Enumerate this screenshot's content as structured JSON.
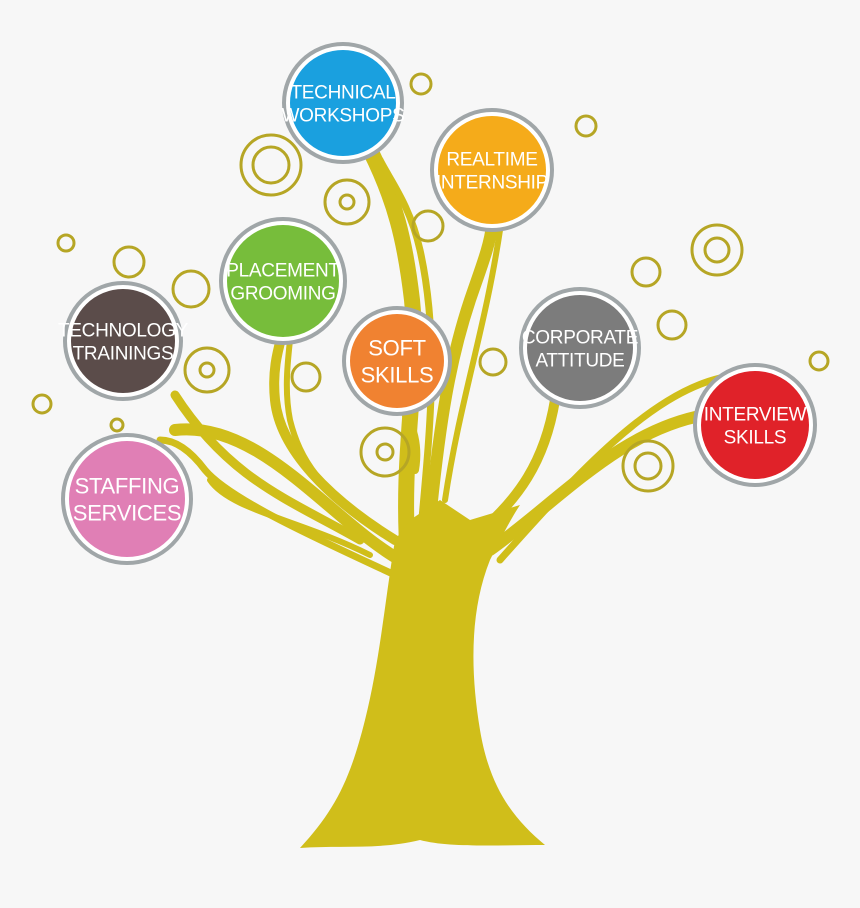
{
  "colors": {
    "background": "#f7f7f7",
    "trunk": "#d0be1a",
    "ring": "#a0a6a8",
    "deco_ring": "#b6a625"
  },
  "nodes": [
    {
      "id": "technical-workshops",
      "lines": [
        "TECHNICAL",
        "WORKSHOPS"
      ],
      "color": "#1aa0df"
    },
    {
      "id": "realtime-internship",
      "lines": [
        "REALTIME",
        "INTERNSHIP"
      ],
      "color": "#f5ab1a"
    },
    {
      "id": "placement-grooming",
      "lines": [
        "PLACEMENT",
        "GROOMING"
      ],
      "color": "#77bd3b"
    },
    {
      "id": "technology-trainings",
      "lines": [
        "TECHNOLOGY",
        "TRAININGS"
      ],
      "color": "#5b4c4a"
    },
    {
      "id": "soft-skills",
      "lines": [
        "SOFT",
        "SKILLS"
      ],
      "color": "#f08231"
    },
    {
      "id": "corporate-attitude",
      "lines": [
        "CORPORATE",
        "ATTITUDE"
      ],
      "color": "#7c7c7c"
    },
    {
      "id": "interview-skills",
      "lines": [
        "INTERVIEW",
        "SKILLS"
      ],
      "color": "#e02229"
    },
    {
      "id": "staffing-services",
      "lines": [
        "STAFFING",
        "SERVICES"
      ],
      "color": "#e07fb5"
    }
  ]
}
